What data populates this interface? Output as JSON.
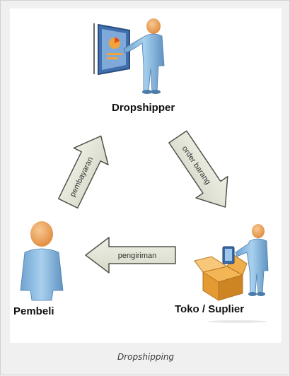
{
  "nodes": {
    "dropshipper": "Dropshipper",
    "pembeli": "Pembeli",
    "toko": "Toko / Suplier"
  },
  "arrows": {
    "pembayaran": "pembayaran",
    "order_barang": "order barang",
    "pengiriman": "pengiriman"
  },
  "caption": "Dropshipping",
  "colors": {
    "arrow_fill": "#e4e6d9",
    "arrow_stroke": "#51534a",
    "person_body": "#8fbce0",
    "person_head": "#f0a65f",
    "box": "#e7a13e",
    "screen": "#4a78b4"
  }
}
